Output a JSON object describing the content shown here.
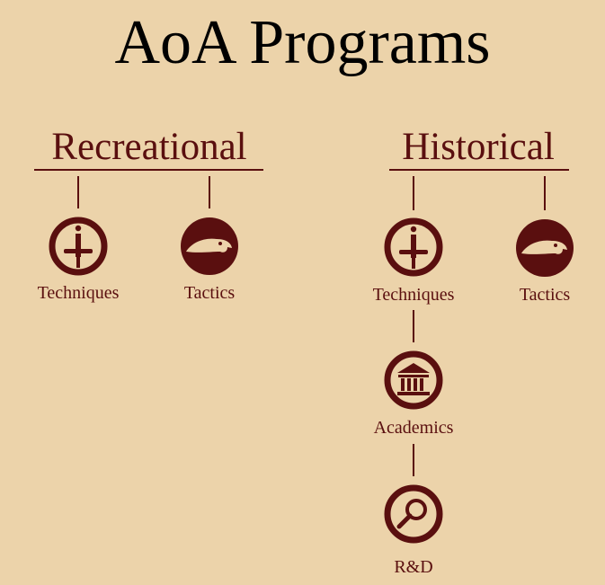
{
  "title": "AoA Programs",
  "recreational": {
    "heading": "Recreational",
    "nodes": [
      {
        "label": "Techniques",
        "icon": "sword-icon"
      },
      {
        "label": "Tactics",
        "icon": "eagle-head-icon"
      }
    ]
  },
  "historical": {
    "heading": "Historical",
    "nodes": [
      {
        "label": "Techniques",
        "icon": "sword-icon"
      },
      {
        "label": "Tactics",
        "icon": "eagle-head-icon"
      },
      {
        "label": "Academics",
        "icon": "institution-building-icon"
      },
      {
        "label": "R&D",
        "icon": "magnifying-glass-icon"
      }
    ]
  },
  "colors": {
    "background": "#ecd3aa",
    "accent": "#5a0f0f",
    "title": "#000000"
  }
}
